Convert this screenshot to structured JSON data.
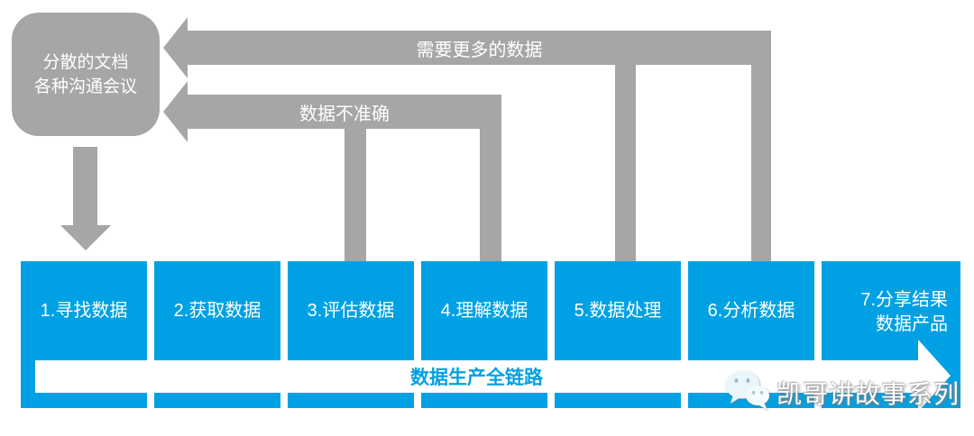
{
  "source_box": {
    "line1": "分散的文档",
    "line2": "各种沟通会议"
  },
  "feedback_arrows": [
    {
      "label": "需要更多的数据",
      "from_steps": [
        "5.数据处理",
        "6.分析数据"
      ]
    },
    {
      "label": "数据不准确",
      "from_steps": [
        "3.评估数据",
        "4.理解数据"
      ]
    }
  ],
  "pipeline": {
    "steps": [
      {
        "label": "1.寻找数据"
      },
      {
        "label": "2.获取数据"
      },
      {
        "label": "3.评估数据"
      },
      {
        "label": "4.理解数据"
      },
      {
        "label": "5.数据处理"
      },
      {
        "label": "6.分析数据"
      },
      {
        "label": "7.分享结果",
        "label2": "数据产品"
      }
    ],
    "flow_label": "数据生产全链路"
  },
  "watermark": {
    "icon": "wechat-icon",
    "text": "凯哥讲故事系列"
  },
  "colors": {
    "box_blue": "#00a1e4",
    "arrow_gray": "#a6a6a6",
    "flow_label_blue": "#00a1e4"
  }
}
